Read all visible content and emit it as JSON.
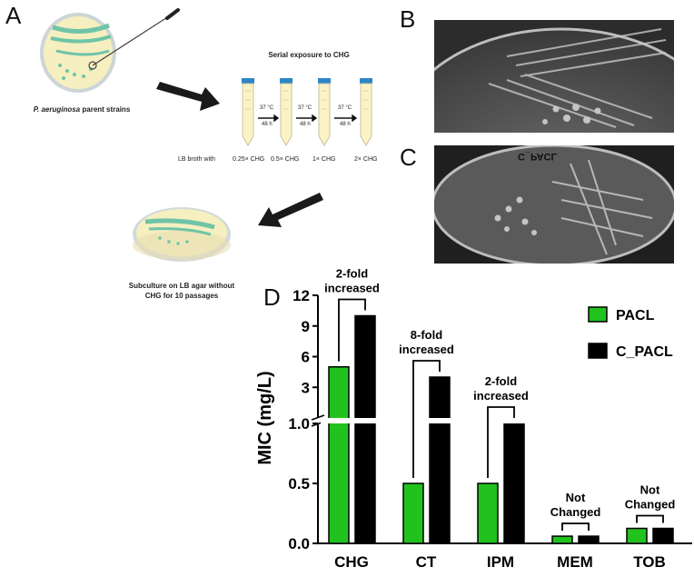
{
  "panels": {
    "a": "A",
    "b": "B",
    "c": "C",
    "d": "D"
  },
  "schematic": {
    "parent_label_italic": "P. aeruginosa",
    "parent_label_rest": " parent strains",
    "serial_title": "Serial exposure to CHG",
    "lb_broth": "LB broth  with",
    "tubes": [
      "0.25× CHG",
      "0.5× CHG",
      "1× CHG",
      "2× CHG"
    ],
    "step_temp": "37 °C",
    "step_time": "48 h",
    "subculture_line1": "Subculture on LB agar without",
    "subculture_line2": "CHG for 10 passages"
  },
  "photo_c_label": "C_PACL",
  "chart_data": {
    "type": "bar",
    "ylabel": "MIC (mg/L)",
    "categories": [
      "CHG",
      "CT",
      "IPM",
      "MEM",
      "TOB"
    ],
    "series": [
      {
        "name": "PACL",
        "color": "#22c21e",
        "values": [
          5,
          0.5,
          0.5,
          0.06,
          0.125
        ]
      },
      {
        "name": "C_PACL",
        "color": "#000000",
        "values": [
          10,
          4,
          1,
          0.06,
          0.125
        ]
      }
    ],
    "y_axis_broken": true,
    "y_lower": {
      "range": [
        0,
        1.0
      ],
      "ticks": [
        "0.0",
        "0.5",
        "1.0"
      ]
    },
    "y_upper": {
      "range": [
        0,
        12
      ],
      "ticks": [
        "3",
        "6",
        "9",
        "12"
      ]
    },
    "annotations": [
      {
        "category": "CHG",
        "lines": [
          "2-fold",
          "increased"
        ]
      },
      {
        "category": "CT",
        "lines": [
          "8-fold",
          "increased"
        ]
      },
      {
        "category": "IPM",
        "lines": [
          "2-fold",
          "increased"
        ]
      },
      {
        "category": "MEM",
        "lines": [
          "Not",
          "Changed"
        ]
      },
      {
        "category": "TOB",
        "lines": [
          "Not",
          "Changed"
        ]
      }
    ],
    "legend_position": "top-right"
  }
}
